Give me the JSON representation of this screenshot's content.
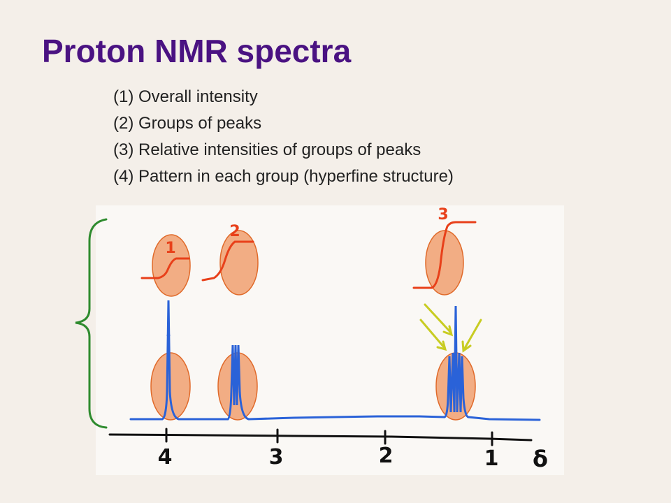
{
  "slide": {
    "title": "Proton NMR spectra",
    "points": [
      "(1) Overall intensity",
      "(2) Groups of peaks",
      "(3) Relative intensities of groups of peaks",
      "(4) Pattern in each group (hyperfine structure)"
    ]
  },
  "diagram": {
    "axis_ticks": [
      "4",
      "3",
      "2",
      "1"
    ],
    "axis_symbol": "δ",
    "integral_labels": [
      "1",
      "2",
      "3"
    ],
    "colors": {
      "spectrum": "#2a62d8",
      "integral": "#e8401a",
      "ellipse_fill": "#f0a070",
      "ellipse_stroke": "#e06a2a",
      "brace": "#2e8b2e",
      "arrows": "#c8cc22",
      "axis": "#111111",
      "title": "#4a1282"
    }
  }
}
